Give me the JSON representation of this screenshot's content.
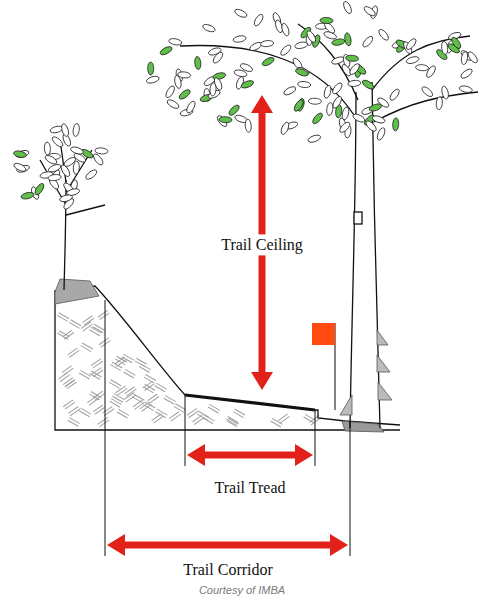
{
  "diagram": {
    "caption": "Courtesy of IMBA",
    "labels": [
      "Trail Ceiling",
      "Trail Tread",
      "Trail Corridor"
    ]
  }
}
